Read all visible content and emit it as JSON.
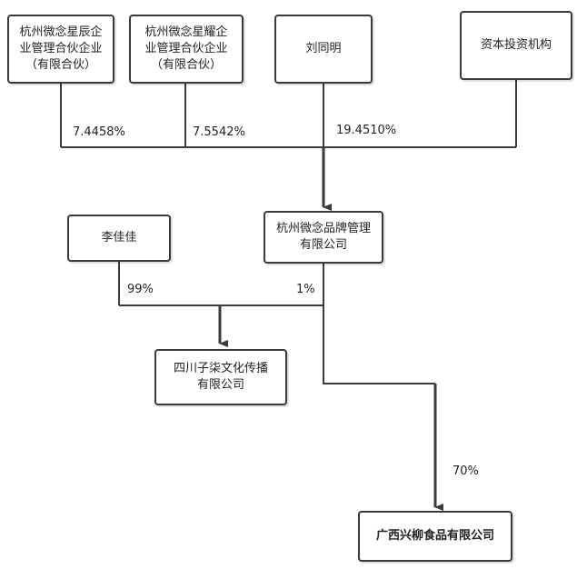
{
  "nodes": {
    "xingchen": "杭州微念星辰企\n业管理合伙企业\n（有限合伙）",
    "xingyao": "杭州微念星耀企\n业管理合伙企业\n（有限合伙）",
    "liutongming": "刘同明",
    "capital": "资本投资机构",
    "weinian": "杭州微念品牌管理\n有限公司",
    "lijiajia": "李佳佳",
    "sichuan": "四川子柒文化传播\n有限公司",
    "guangxi": "广西兴柳食品有限公司"
  },
  "percentages": {
    "xingchen": "7.4458%",
    "xingyao": "7.5542%",
    "liutongming": "19.4510%",
    "lijiajia": "99%",
    "weinian_to_sichuan": "1%",
    "weinian_to_guangxi": "70%"
  }
}
